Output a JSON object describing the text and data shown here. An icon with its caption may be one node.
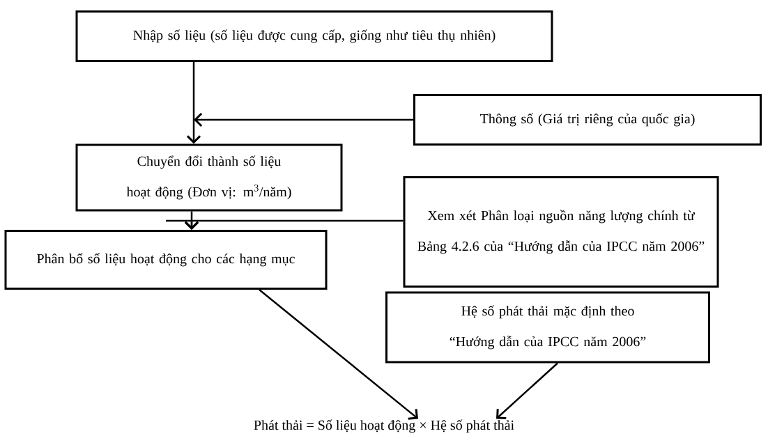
{
  "diagram": {
    "nodes": [
      {
        "text": [
          "Nhập số liệu (số liệu được cung cấp, giống như tiêu thụ nhiên)"
        ]
      },
      {
        "text": [
          "Thông số (Giá trị riêng của quốc gia)"
        ]
      },
      {
        "text": [
          "Chuyển đổi thành số liệu hoạt động (Đơn vị: m$^{3}$/năm)"
        ]
      },
      {
        "text": [
          "Xem xét Phân loại nguồn năng lượng chính từ Bảng 4.2.6 của “Hướng dẫn của IPCC năm 2006”"
        ]
      },
      {
        "text": [
          "Phân bổ số liệu hoạt động cho các hạng mục"
        ]
      },
      {
        "text": [
          "Hệ số phát thải mặc định theo “Hướng dẫn của IPCC năm 2006”"
        ]
      },
      {
        "text": [
          "Phát thải  = Số liệu hoạt động × Hệ số phát thải"
        ]
      }
    ],
    "edges": [
      {
        "from": 0,
        "to": 2,
        "arrow": "to"
      },
      {
        "from": 1,
        "to": 2,
        "arrow": "to"
      },
      {
        "from": 2,
        "to": 4,
        "arrow": "to"
      },
      {
        "from": 3,
        "to": 4,
        "arrow": "to"
      },
      {
        "from": 4,
        "to": 6,
        "arrow": "to"
      },
      {
        "from": 5,
        "to": 6,
        "arrow": "to"
      }
    ]
  }
}
